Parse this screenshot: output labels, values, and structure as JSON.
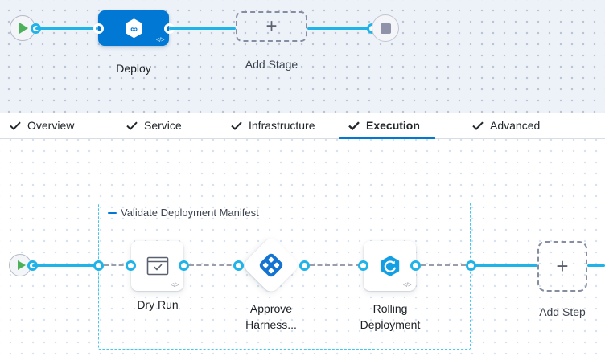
{
  "stage_canvas": {
    "deploy_stage": {
      "label": "Deploy",
      "code_badge": "</>"
    },
    "add_stage": {
      "label": "Add Stage",
      "plus": "+"
    }
  },
  "tabs": [
    {
      "label": "Overview"
    },
    {
      "label": "Service"
    },
    {
      "label": "Infrastructure"
    },
    {
      "label": "Execution"
    },
    {
      "label": "Advanced"
    }
  ],
  "active_tab": "Execution",
  "execution": {
    "group_label": "Validate Deployment Manifest",
    "steps": [
      {
        "label": "Dry Run",
        "code_badge": "</>"
      },
      {
        "label_line1": "Approve",
        "label_line2": "Harness..."
      },
      {
        "label_line1": "Rolling",
        "label_line2": "Deployment",
        "code_badge": "</>"
      }
    ],
    "add_step": {
      "label": "Add Step",
      "plus": "+"
    }
  },
  "colors": {
    "accent_blue": "#0278d5",
    "connector_cyan": "#1fb3e8",
    "group_border_cyan": "#3fc8f2",
    "play_green": "#4db15a",
    "stage_blue": "#0278d5"
  }
}
